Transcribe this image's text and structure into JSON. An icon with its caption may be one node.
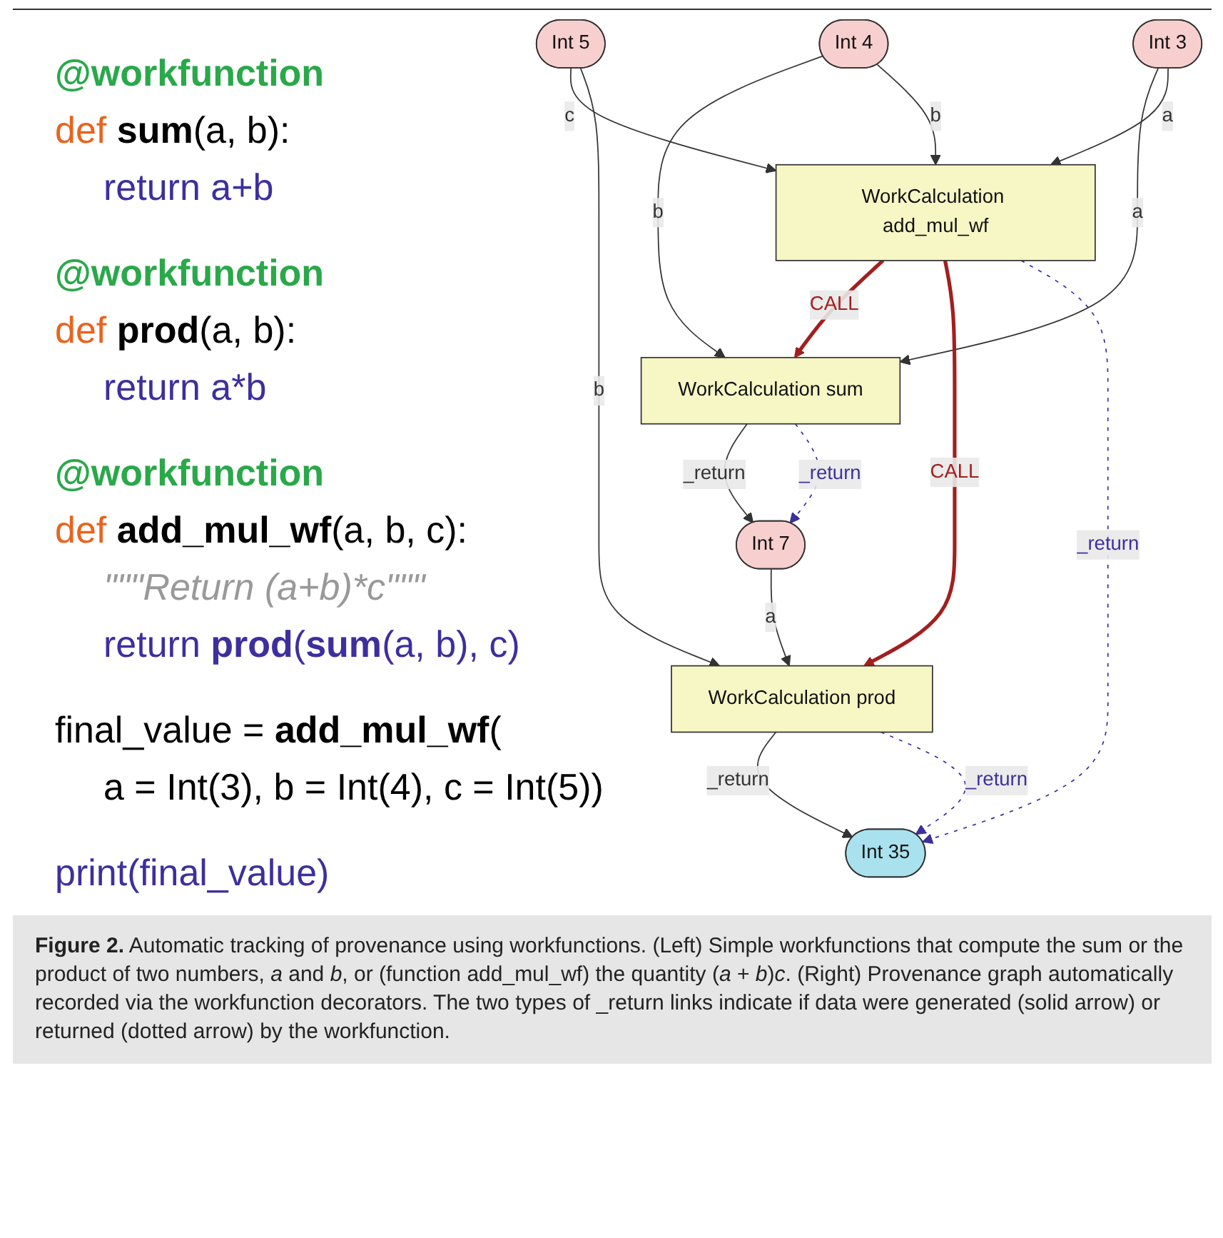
{
  "diagram": {
    "caption": "**Figure 2.** Automatic tracking of provenance using workfunctions. (Left) Simple workfunctions that compute the sum or the product of two numbers, *a* and *b*, or (function add_mul_wf) the quantity (*a* + *b*)*c*. (Right) Provenance graph automatically recorded via the workfunction decorators. The two types of _return links indicate if data were generated (solid arrow) or returned (dotted arrow) by the workfunction.",
    "nodes": [
      {
        "text": [
          "Int 4"
        ]
      },
      {
        "text": [
          "Int 3"
        ]
      },
      {
        "text": [
          "Int 5"
        ]
      },
      {
        "text": [
          "WorkCalculation add_mul_wf"
        ]
      },
      {
        "text": [
          "WorkCalculation sum"
        ]
      },
      {
        "text": [
          "Int 7"
        ]
      },
      {
        "text": [
          "WorkCalculation prod"
        ]
      },
      {
        "text": [
          "Int 35"
        ]
      }
    ],
    "edges": [
      {
        "from": 0,
        "to": 4,
        "arrow": "to",
        "label": "b"
      },
      {
        "from": 0,
        "to": 3,
        "arrow": "to",
        "label": "b"
      },
      {
        "from": 1,
        "to": 4,
        "arrow": "to",
        "label": "a"
      },
      {
        "from": 1,
        "to": 3,
        "arrow": "to",
        "label": "a"
      },
      {
        "from": 2,
        "to": 3,
        "arrow": "to",
        "label": "c"
      },
      {
        "from": 2,
        "to": 6,
        "arrow": "to",
        "label": "b"
      },
      {
        "from": 3,
        "to": 4,
        "arrow": "to",
        "label": "CALL",
        "style": "thick",
        "color": "#a31f1f"
      },
      {
        "from": 3,
        "to": 6,
        "arrow": "to",
        "label": "CALL",
        "style": "thick",
        "color": "#a31f1f"
      },
      {
        "from": 3,
        "to": 7,
        "arrow": "to",
        "label": "_return",
        "style": "dashed",
        "color": "#3d2f9e"
      },
      {
        "from": 4,
        "to": 5,
        "arrow": "to",
        "label": "_return"
      },
      {
        "from": 4,
        "to": 5,
        "arrow": "to",
        "label": "_return",
        "style": "dashed",
        "color": "#3d2f9e"
      },
      {
        "from": 5,
        "to": 6,
        "arrow": "to",
        "label": "a"
      },
      {
        "from": 6,
        "to": 7,
        "arrow": "to",
        "label": "_return"
      },
      {
        "from": 6,
        "to": 7,
        "arrow": "to",
        "label": "_return",
        "style": "dashed",
        "color": "#3d2f9e"
      }
    ],
    "labels": [
      "@workfunction",
      "def **sum**(a, b):",
      "return a+b",
      "@workfunction",
      "def **prod**(a, b):",
      "return a*b",
      "@workfunction",
      "def **add_mul_wf**(a, b, c):",
      "\"\"\"Return (a+b)*c\"\"\"",
      "return **prod**(**sum**(a, b), c)",
      "final_value = **add_mul_wf**(",
      "a = Int(3), b = Int(4), c = Int(5))",
      "print(final_value)"
    ]
  }
}
